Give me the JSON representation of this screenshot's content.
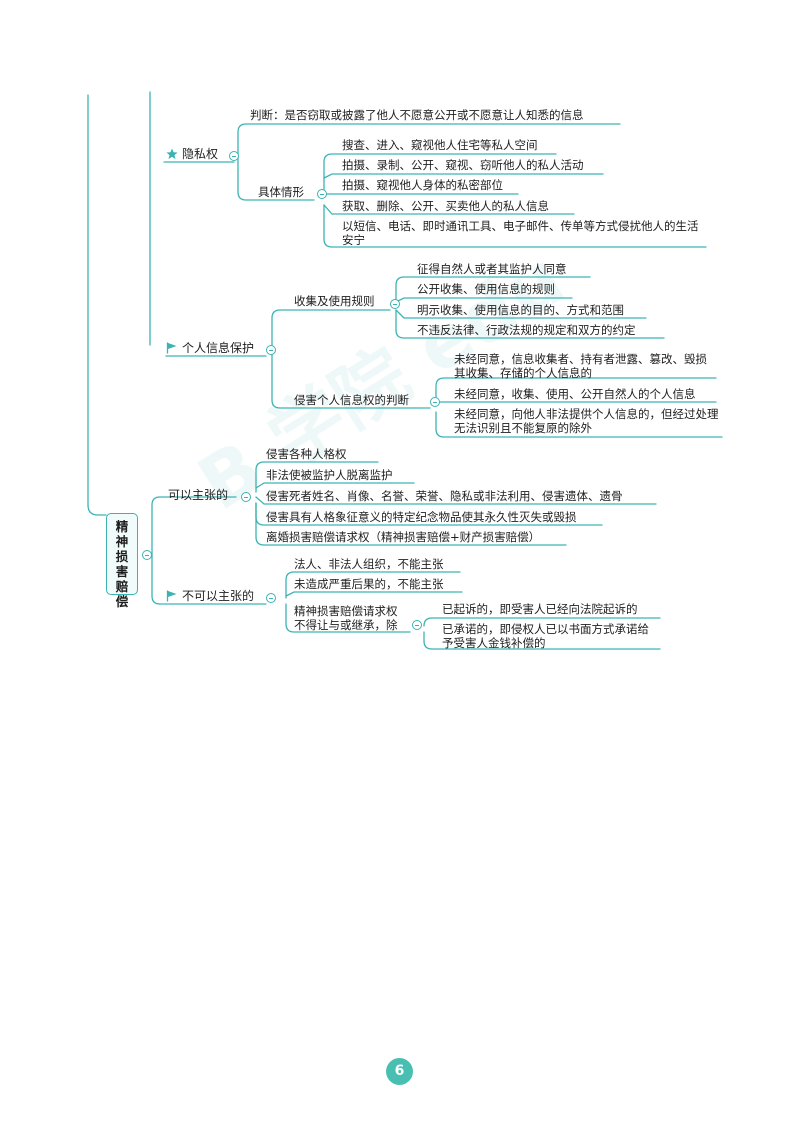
{
  "watermark": "B 学院 edu",
  "page_number": "6",
  "root": {
    "label": "精神损害赔偿"
  },
  "privacy": {
    "label": "隐私权",
    "judge": "判断：是否窃取或披露了他人不愿意公开或不愿意让人知悉的信息",
    "cases_label": "具体情形",
    "cases": [
      "搜查、进入、窥视他人住宅等私人空间",
      "拍摄、录制、公开、窥视、窃听他人的私人活动",
      "拍摄、窥视他人身体的私密部位",
      "获取、删除、公开、买卖他人的私人信息",
      "以短信、电话、即时通讯工具、电子邮件、传单等方式侵扰他人的生活安宁"
    ]
  },
  "info": {
    "label": "个人信息保护",
    "collect_label": "收集及使用规则",
    "collect": [
      "征得自然人或者其监护人同意",
      "公开收集、使用信息的规则",
      "明示收集、使用信息的目的、方式和范围",
      "不违反法律、行政法规的规定和双方的约定"
    ],
    "infringe_label": "侵害个人信息权的判断",
    "infringe": [
      "未经同意，信息收集者、持有者泄露、篡改、毁损其收集、存储的个人信息的",
      "未经同意，收集、使用、公开自然人的个人信息",
      "未经同意，向他人非法提供个人信息的，但经过处理无法识别且不能复原的除外"
    ]
  },
  "can": {
    "label": "可以主张的",
    "items": [
      "侵害各种人格权",
      "非法使被监护人脱离监护",
      "侵害死者姓名、肖像、名誉、荣誉、隐私或非法利用、侵害遗体、遗骨",
      "侵害具有人格象征意义的特定纪念物品使其永久性灭失或毁损",
      "离婚损害赔偿请求权（精神损害赔偿+财产损害赔偿）"
    ]
  },
  "cannot": {
    "label": "不可以主张的",
    "items": [
      "法人、非法人组织，不能主张",
      "未造成严重后果的，不能主张"
    ],
    "claim_label": "精神损害赔偿请求权不得让与或继承，除",
    "exceptions": [
      "已起诉的，即受害人已经向法院起诉的",
      "已承诺的，即侵权人已以书面方式承诺给予受害人金钱补偿的"
    ]
  },
  "colors": {
    "line": "#3cb3b3",
    "node_fill": "#f2fbfb",
    "page_badge": "#48bfb1",
    "flag": "#3cb3b3"
  },
  "icons": {
    "privacy": "star-icon",
    "info": "flag-icon",
    "can": "flag-icon",
    "cannot": "flag-icon",
    "collapse": "collapse-minus-icon"
  }
}
